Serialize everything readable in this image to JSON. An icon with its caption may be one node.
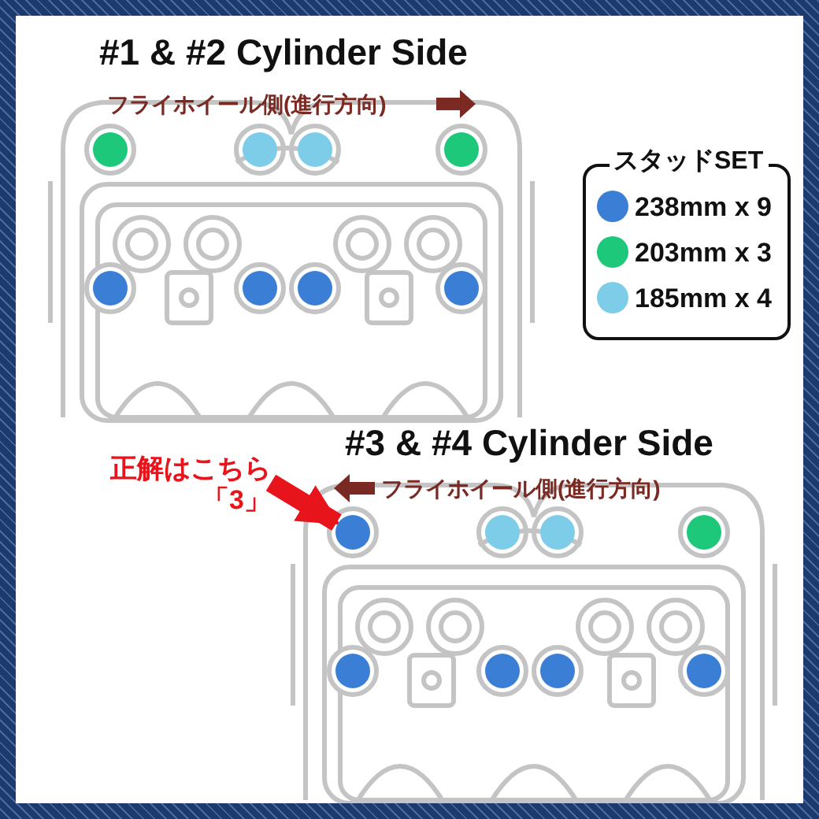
{
  "diagram": {
    "nodes": [
      {
        "text": [
          "正解はこちら「3」"
        ]
      },
      {
        "text": [],
        "shape": "circle"
      }
    ],
    "edges": [
      {
        "from": 0,
        "to": 1,
        "arrow": "to"
      }
    ],
    "labels": [
      "#1 & #2 Cylinder Side",
      "フライホイール側(進行方向)",
      "スタッドSET",
      "#3 & #4 Cylinder Side",
      "フライホイール側(進行方向)"
    ],
    "legend": [
      {
        "text": "238mm x 9",
        "color": "#3a7fd5"
      },
      {
        "text": "203mm x 3",
        "color": "#1ec87a"
      },
      {
        "text": "185mm x 4",
        "color": "#7ecde8"
      }
    ]
  }
}
